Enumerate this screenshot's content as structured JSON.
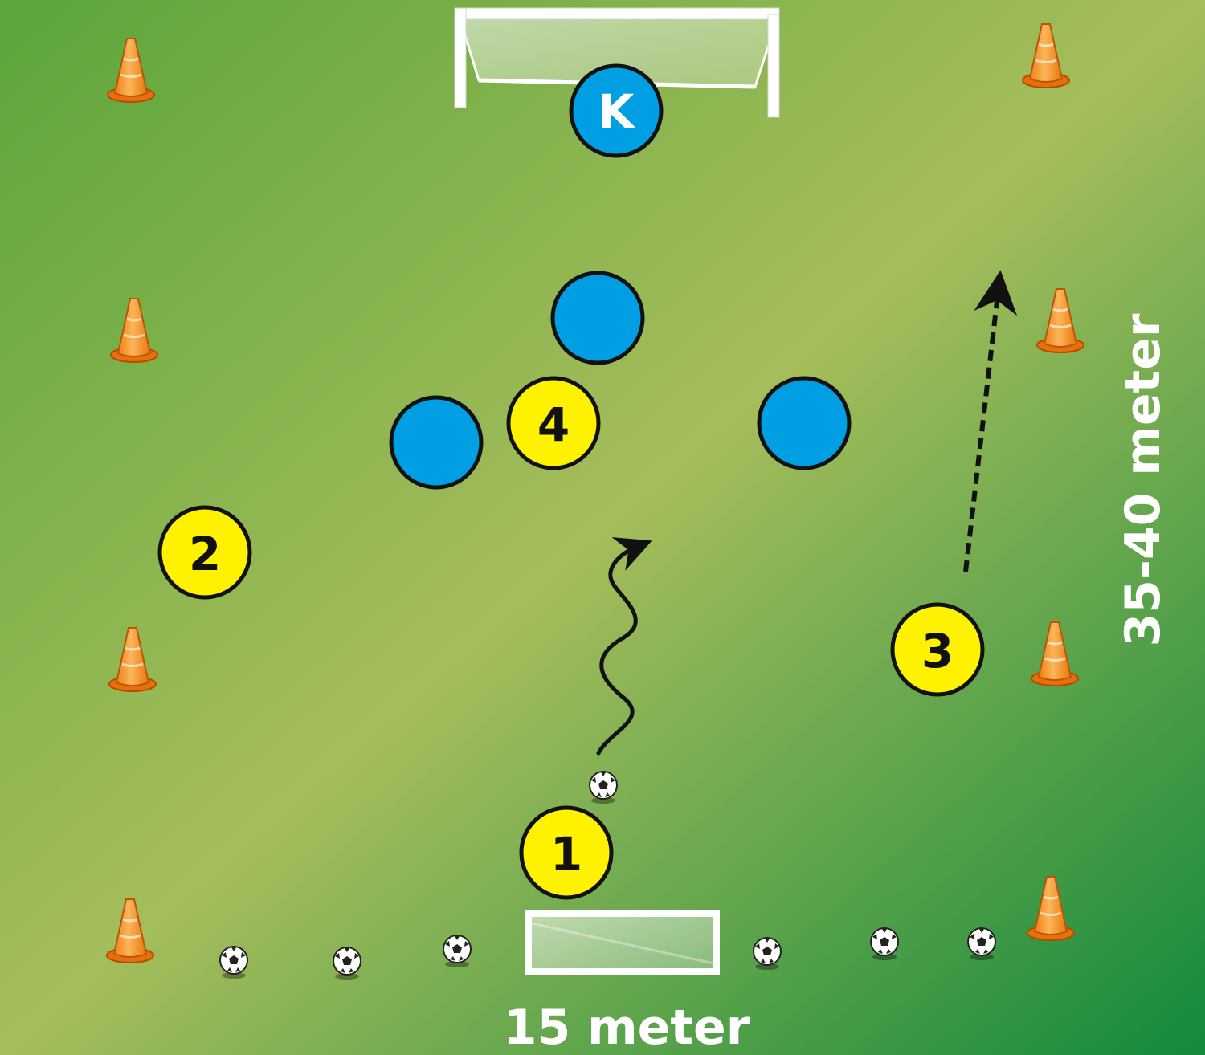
{
  "labels": {
    "width": "15 meter",
    "length": "35-40 meter"
  },
  "players": {
    "goalkeeper": "K",
    "attacker_1": "1",
    "attacker_2": "2",
    "attacker_3": "3",
    "attacker_4": "4"
  },
  "colors": {
    "field_dark": "#1f8a3c",
    "field_light": "#a8bf5a",
    "attacker": "#fff200",
    "defender": "#009fe3",
    "cone": "#f7941d",
    "label": "#ffffff"
  }
}
